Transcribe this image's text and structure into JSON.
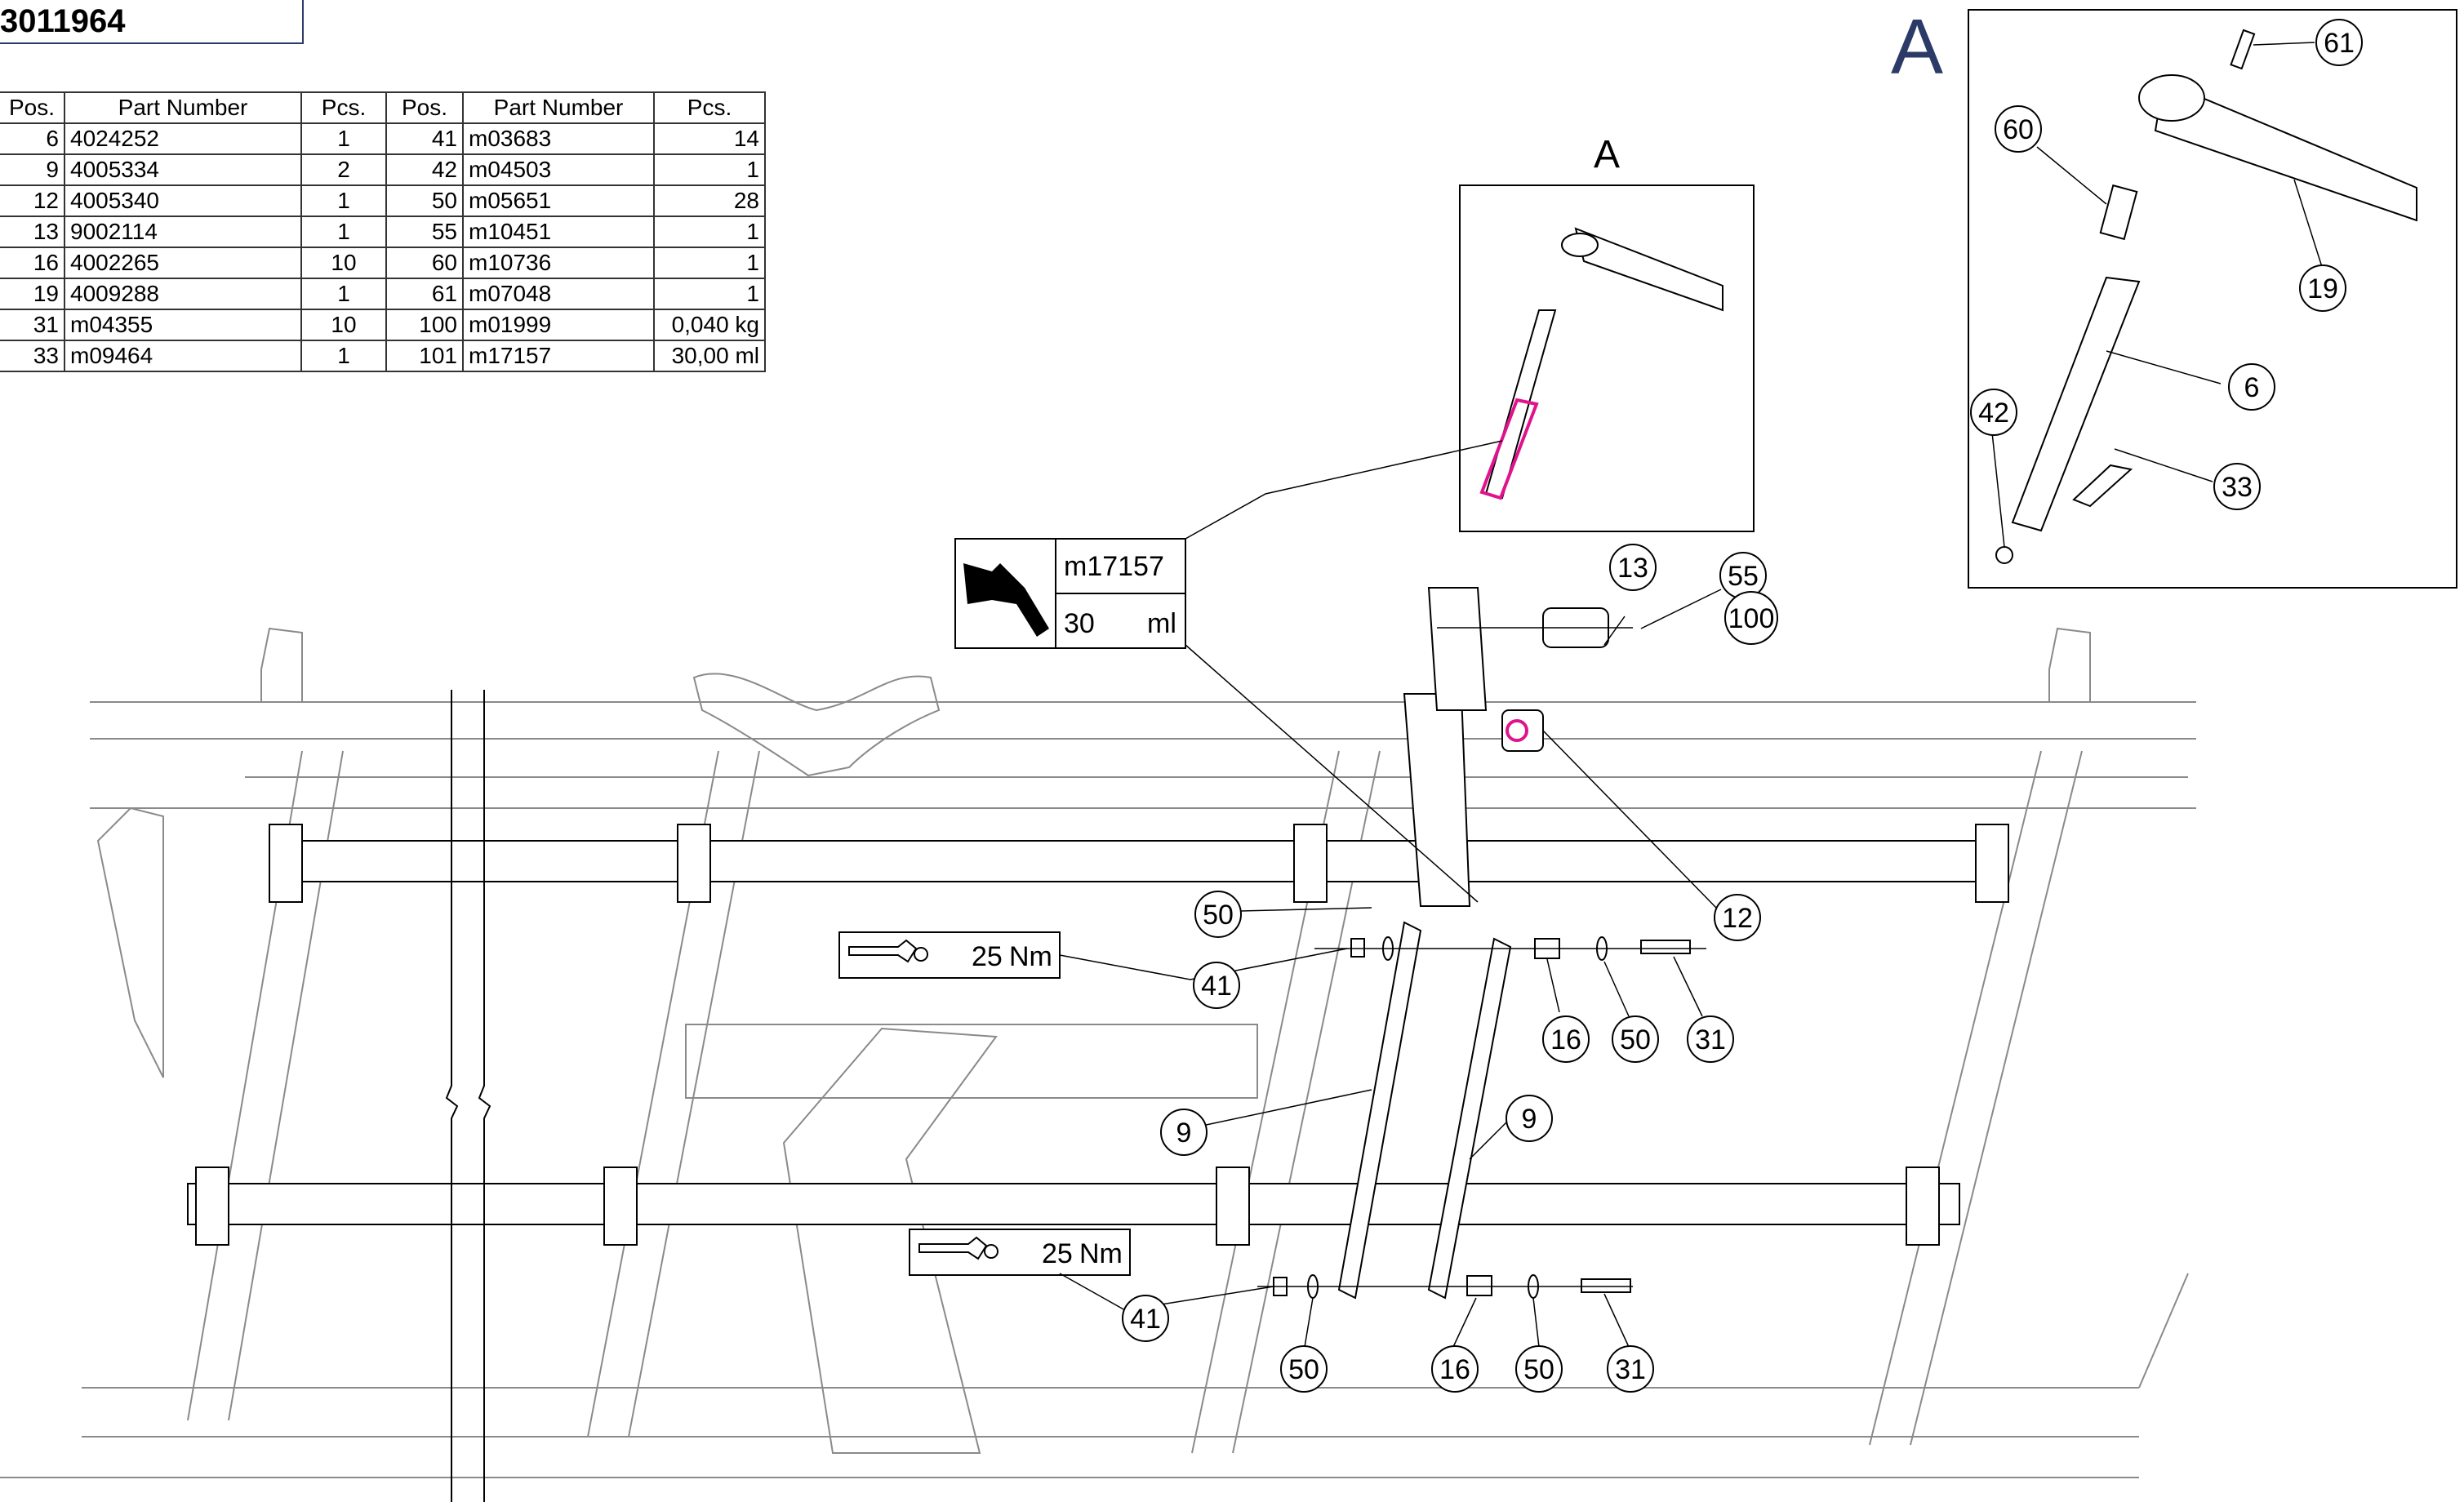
{
  "drawing_number": "3011964",
  "parts_table": {
    "headers": [
      "Pos.",
      "Part Number",
      "Pcs.",
      "Pos.",
      "Part Number",
      "Pcs."
    ],
    "rows": [
      [
        "6",
        "4024252",
        "1",
        "41",
        "m03683",
        "14"
      ],
      [
        "9",
        "4005334",
        "2",
        "42",
        "m04503",
        "1"
      ],
      [
        "12",
        "4005340",
        "1",
        "50",
        "m05651",
        "28"
      ],
      [
        "13",
        "9002114",
        "1",
        "55",
        "m10451",
        "1"
      ],
      [
        "16",
        "4002265",
        "10",
        "60",
        "m10736",
        "1"
      ],
      [
        "19",
        "4009288",
        "1",
        "61",
        "m07048",
        "1"
      ],
      [
        "31",
        "m04355",
        "10",
        "100",
        "m01999",
        "0,040 kg"
      ],
      [
        "33",
        "m09464",
        "1",
        "101",
        "m17157",
        "30,00 ml"
      ]
    ]
  },
  "detail_big_label": "A",
  "detail_small_label": "A",
  "lubricant": {
    "part": "m17157",
    "amount": "30",
    "unit": "ml"
  },
  "torque_1": {
    "value": "25",
    "unit": "Nm"
  },
  "torque_2": {
    "value": "25",
    "unit": "Nm"
  },
  "balloons": {
    "b61": "61",
    "b60": "60",
    "b19": "19",
    "b6": "6",
    "b42": "42",
    "b33": "33",
    "b13": "13",
    "b55": "55",
    "b100": "100",
    "b12": "12",
    "b50a": "50",
    "b41a": "41",
    "b16a": "16",
    "b50b": "50",
    "b31a": "31",
    "b9a": "9",
    "b9b": "9",
    "b41b": "41",
    "b50c": "50",
    "b16b": "16",
    "b50d": "50",
    "b31b": "31"
  },
  "colors": {
    "highlight": "#e0138c",
    "frame": "#8a8a8a",
    "ink": "#000000",
    "accent": "#2b3a67"
  }
}
